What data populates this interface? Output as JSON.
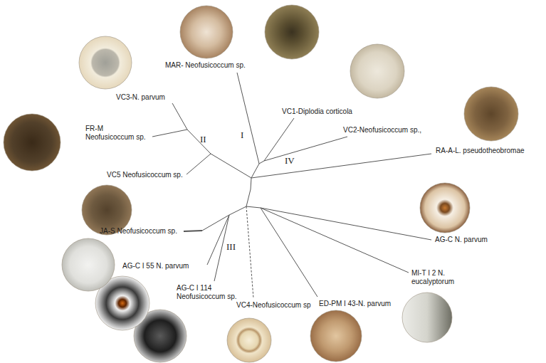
{
  "diagram": {
    "labels": [
      "MAR- Neofusicoccum sp.",
      "VC1-Diplodia corticola",
      "VC2-Neofusicoccum sp.,",
      "RA-A-L. pseudotheobromae",
      "AG-C N. parvum",
      "MI-T I 2 N. eucalyptorum",
      "ED-PM I 43-N. parvum",
      "VC4-Neofusicoccum sp",
      "AG-C I 114 Neofusicoccum sp.",
      "AG-C I 55 N. parvum",
      "JA-S Neofusicoccum sp.",
      "VC5 Neofusicoccum sp.",
      "FR-M Neofusicoccum sp.",
      "VC3-N. parvum",
      "I",
      "II",
      "III",
      "IV"
    ]
  }
}
